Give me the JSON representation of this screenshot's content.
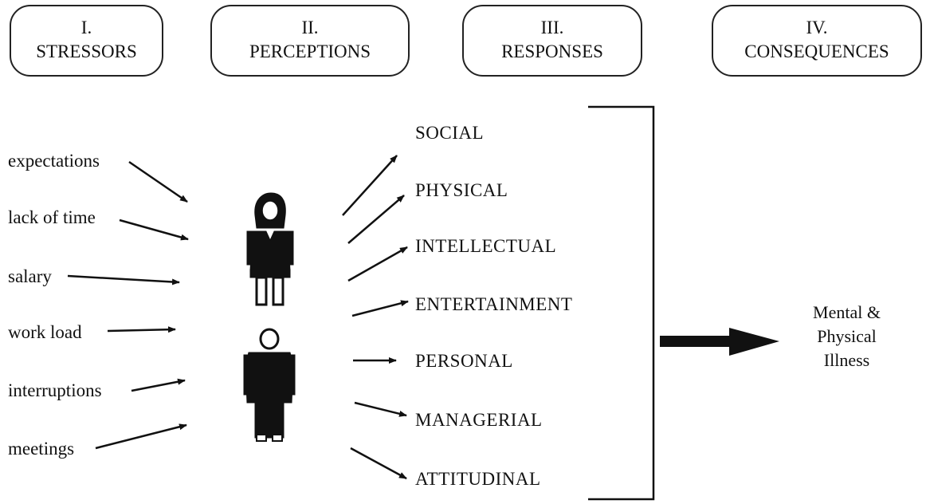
{
  "headers": [
    {
      "num": "I.",
      "title": "STRESSORS"
    },
    {
      "num": "II.",
      "title": "PERCEPTIONS"
    },
    {
      "num": "III.",
      "title": "RESPONSES"
    },
    {
      "num": "IV.",
      "title": "CONSEQUENCES"
    }
  ],
  "stressors": [
    "expectations",
    "lack of time",
    "salary",
    "work load",
    "interruptions",
    "meetings"
  ],
  "responses": [
    "SOCIAL",
    "PHYSICAL",
    "INTELLECTUAL",
    "ENTERTAINMENT",
    "PERSONAL",
    "MANAGERIAL",
    "ATTITUDINAL"
  ],
  "consequence": {
    "line1": "Mental &",
    "line2": "Physical",
    "line3": "Illness"
  },
  "figures": {
    "top": "woman-figure-icon",
    "bottom": "man-figure-icon"
  },
  "colors": {
    "ink": "#111111",
    "background": "#ffffff"
  }
}
